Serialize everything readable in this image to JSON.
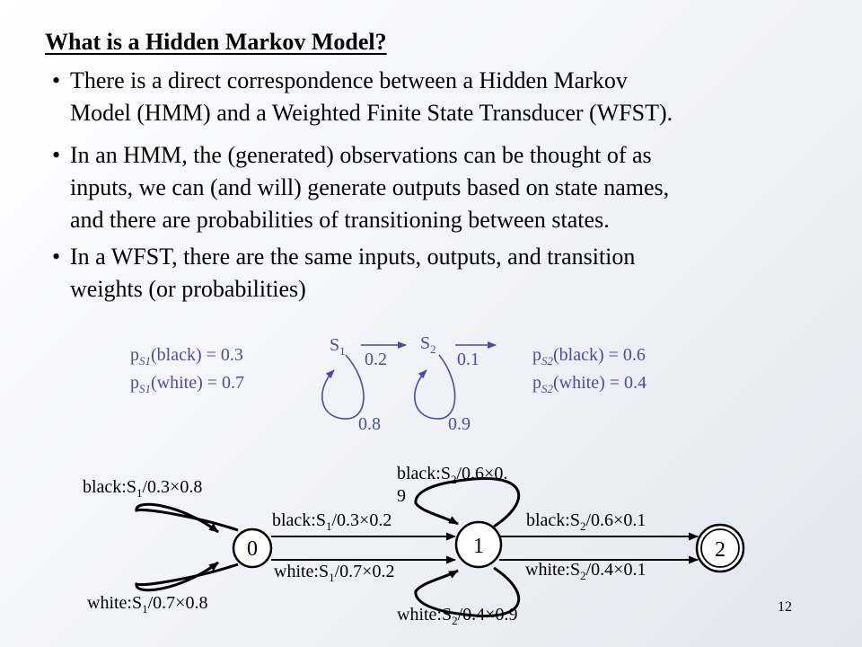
{
  "slide": {
    "title": "What is a Hidden Markov Model?",
    "bullets": [
      {
        "line1": "There is a direct correspondence between a Hidden Markov",
        "line2": "Model (HMM) and a Weighted Finite State Transducer (WFST).",
        "line3": ""
      },
      {
        "line1": "In an HMM, the (generated) observations can be thought of as",
        "line2": "inputs, we can (and will) generate outputs based on state names,",
        "line3": "and there are probabilities of transitioning between states."
      },
      {
        "line1": "In a WFST, there are the same inputs, outputs, and transition",
        "line2": "weights (or probabilities)",
        "line3": ""
      }
    ],
    "page_number": "12"
  },
  "hmm": {
    "state1": {
      "base": "S",
      "sub": "1"
    },
    "state2": {
      "base": "S",
      "sub": "2"
    },
    "trans_1_2": "0.2",
    "trans_2_out": "0.1",
    "self_1": "0.8",
    "self_2": "0.9",
    "emit_s1": {
      "black": {
        "pre": "p",
        "sub": "S1",
        "post": "(black) = 0.3"
      },
      "white": {
        "pre": "p",
        "sub": "S1",
        "post": "(white) = 0.7"
      }
    },
    "emit_s2": {
      "black": {
        "pre": "p",
        "sub": "S2",
        "post": "(black) = 0.6"
      },
      "white": {
        "pre": "p",
        "sub": "S2",
        "post": "(white) = 0.4"
      }
    }
  },
  "wfst": {
    "nodes": [
      "0",
      "1",
      "2"
    ],
    "edges": {
      "self0_black": {
        "pre": "black:S",
        "sub": "1",
        "post": "/0.3×0.8"
      },
      "self0_white": {
        "pre": "white:S",
        "sub": "1",
        "post": "/0.7×0.8"
      },
      "e01_black": {
        "pre": "black:S",
        "sub": "1",
        "post": "/0.3×0.2"
      },
      "e01_white": {
        "pre": "white:S",
        "sub": "1",
        "post": "/0.7×0.2"
      },
      "self1_black": {
        "pre": "black:S",
        "sub": "2",
        "post": "/0.6×0.",
        "wrap": "9"
      },
      "self1_white": {
        "pre": "white:S",
        "sub": "2",
        "post": "/0.4×0.9"
      },
      "e12_black": {
        "pre": "black:S",
        "sub": "2",
        "post": "/0.6×0.1"
      },
      "e12_white": {
        "pre": "white:S",
        "sub": "2",
        "post": "/0.4×0.1"
      }
    }
  }
}
